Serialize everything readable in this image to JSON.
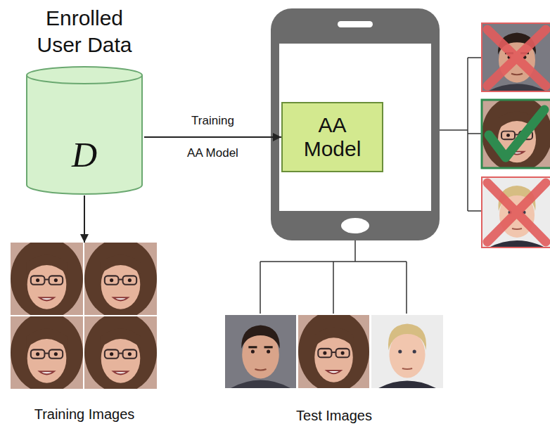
{
  "diagram": {
    "nodes": [
      {
        "text": [
          "Enrolled User Data",
          "D"
        ]
      },
      {
        "text": [
          "AA Model"
        ]
      },
      {
        "text": [
          "Training Images"
        ]
      },
      {
        "text": [
          "Test Images"
        ]
      }
    ],
    "edges": [
      {
        "from": 0,
        "to": 1,
        "label": "Training AA Model",
        "arrow": "to"
      },
      {
        "from": 0,
        "to": 2,
        "arrow": "to"
      }
    ]
  }
}
